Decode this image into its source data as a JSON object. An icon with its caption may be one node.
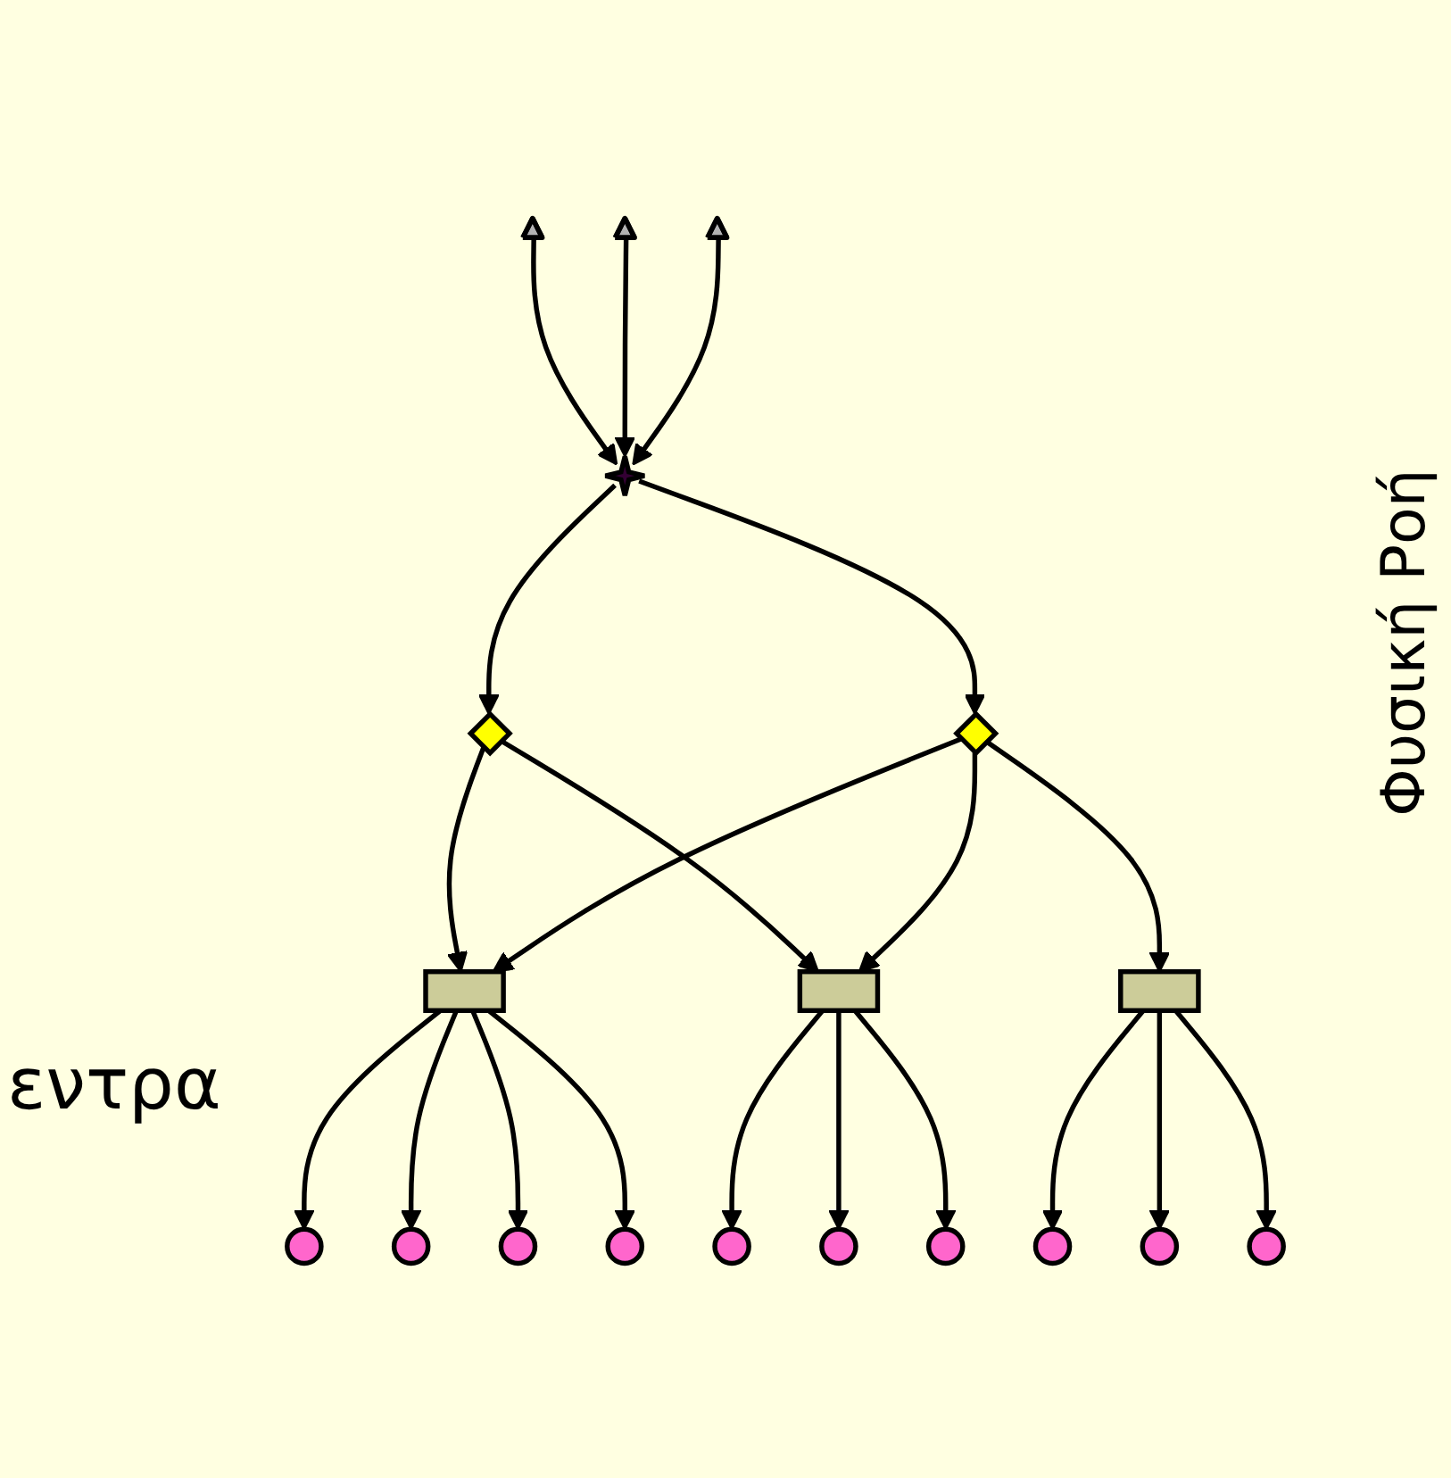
{
  "diagram": {
    "nodes": [
      {
        "text": [],
        "shape": "triangle"
      },
      {
        "text": [],
        "shape": "triangle"
      },
      {
        "text": [],
        "shape": "triangle"
      },
      {
        "text": [],
        "shape": "star"
      },
      {
        "text": [],
        "shape": "diamond"
      },
      {
        "text": [],
        "shape": "diamond"
      },
      {
        "text": [],
        "shape": "box"
      },
      {
        "text": [],
        "shape": "box"
      },
      {
        "text": [],
        "shape": "box"
      },
      {
        "text": [],
        "shape": "circle"
      },
      {
        "text": [],
        "shape": "circle"
      },
      {
        "text": [],
        "shape": "circle"
      },
      {
        "text": [],
        "shape": "circle"
      },
      {
        "text": [],
        "shape": "circle"
      },
      {
        "text": [],
        "shape": "circle"
      },
      {
        "text": [],
        "shape": "circle"
      },
      {
        "text": [],
        "shape": "circle"
      },
      {
        "text": [],
        "shape": "circle"
      },
      {
        "text": [],
        "shape": "circle"
      }
    ],
    "edges": [
      {
        "from": 0,
        "to": 3,
        "arrow": "to"
      },
      {
        "from": 1,
        "to": 3,
        "arrow": "to"
      },
      {
        "from": 2,
        "to": 3,
        "arrow": "to"
      },
      {
        "from": 3,
        "to": 4,
        "arrow": "to"
      },
      {
        "from": 3,
        "to": 5,
        "arrow": "to"
      },
      {
        "from": 4,
        "to": 6,
        "arrow": "to"
      },
      {
        "from": 4,
        "to": 7,
        "arrow": "to"
      },
      {
        "from": 5,
        "to": 6,
        "arrow": "to"
      },
      {
        "from": 5,
        "to": 7,
        "arrow": "to"
      },
      {
        "from": 5,
        "to": 8,
        "arrow": "to"
      },
      {
        "from": 6,
        "to": 9,
        "arrow": "to"
      },
      {
        "from": 6,
        "to": 10,
        "arrow": "to"
      },
      {
        "from": 6,
        "to": 11,
        "arrow": "to"
      },
      {
        "from": 6,
        "to": 12,
        "arrow": "to"
      },
      {
        "from": 7,
        "to": 13,
        "arrow": "to"
      },
      {
        "from": 7,
        "to": 14,
        "arrow": "to"
      },
      {
        "from": 7,
        "to": 15,
        "arrow": "to"
      },
      {
        "from": 8,
        "to": 16,
        "arrow": "to"
      },
      {
        "from": 8,
        "to": 17,
        "arrow": "to"
      },
      {
        "from": 8,
        "to": 18,
        "arrow": "to"
      }
    ],
    "labels": [
      "εντρα",
      "Φυσική Ροή"
    ]
  }
}
